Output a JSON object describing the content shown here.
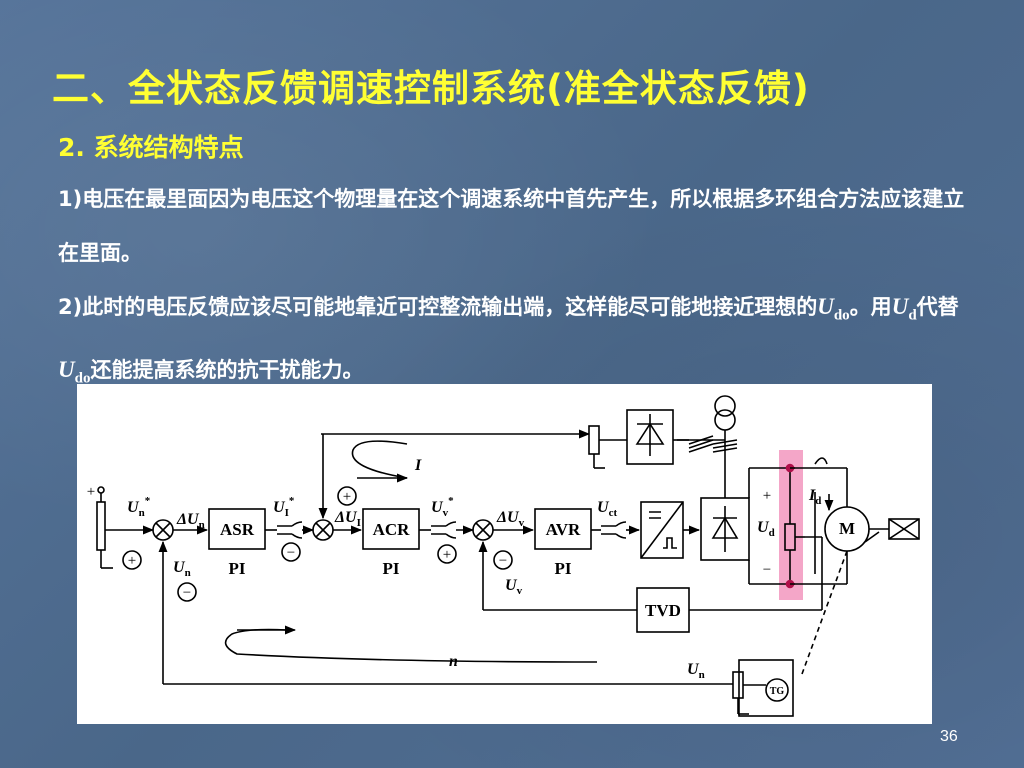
{
  "slide": {
    "title": "二、全状态反馈调速控制系统(准全状态反馈)",
    "subtitle": "2. 系统结构特点",
    "para1": {
      "num": "1)",
      "text": "电压在最里面因为电压这个物理量在这个调速系统中首先产生，所以根据多环组合方法应该建立在里面。"
    },
    "para2": {
      "num": "2)",
      "text_a": "此时的电压反馈应该尽可能地靠近可控整流输出端，这样能尽可能地接近理想的",
      "sym1": "U",
      "sym1_sub": "do",
      "text_b": "。用",
      "sym2": "U",
      "sym2_sub": "d",
      "text_c": "代替",
      "sym3": "U",
      "sym3_sub": "do",
      "text_d": "还能提高系统的抗干扰能力。"
    },
    "page_number": "36"
  },
  "diagram": {
    "blocks": {
      "asr": "ASR",
      "acr": "ACR",
      "avr": "AVR",
      "tvd": "TVD",
      "motor": "M",
      "tg": "TG"
    },
    "block_types": {
      "asr": "PI",
      "acr": "PI",
      "avr": "PI"
    },
    "signals": {
      "un_star": "U",
      "un_star_sub": "n",
      "un_star_sup": "*",
      "delta_un": "ΔU",
      "delta_un_sub": "n",
      "ui_star": "U",
      "ui_star_sub": "I",
      "ui_star_sup": "*",
      "delta_ui": "ΔU",
      "delta_ui_sub": "I",
      "uv_star": "U",
      "uv_star_sub": "v",
      "uv_star_sup": "*",
      "delta_uv": "ΔU",
      "delta_uv_sub": "v",
      "uct": "U",
      "uct_sub": "ct",
      "ud": "U",
      "ud_sub": "d",
      "id": "I",
      "id_sub": "d",
      "un_fb": "U",
      "un_fb_sub": "n",
      "uv_fb": "U",
      "uv_fb_sub": "v",
      "un_tg": "U",
      "un_tg_sub": "n",
      "loop_i": "I",
      "loop_n": "n",
      "plus": "+",
      "minus": "−",
      "circ_plus": "+",
      "circ_minus": "−"
    }
  },
  "colors": {
    "title": "#ffff33",
    "background": "#4d6b8f",
    "highlight": "#f4a6c8",
    "node": "#b0104a"
  }
}
